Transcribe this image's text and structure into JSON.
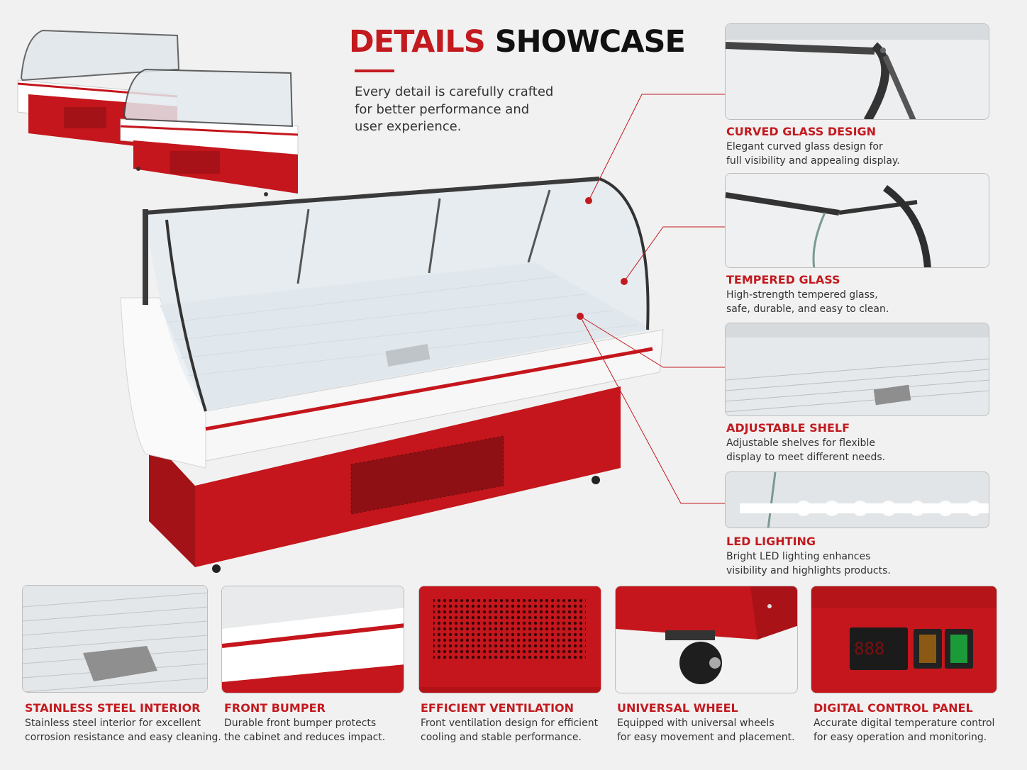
{
  "header": {
    "title_accent": "DETAILS",
    "title_main": "SHOWCASE",
    "intro_lines": [
      "Every detail is carefully crafted",
      "for better performance and",
      "user experience."
    ]
  },
  "colors": {
    "accent": "#c21a1f",
    "cabinet_red": "#c4161c",
    "background": "#f1f1f1"
  },
  "right_features": [
    {
      "title": "CURVED GLASS DESIGN",
      "lines": [
        "Elegant curved glass design for",
        "full visibility and appealing display."
      ]
    },
    {
      "title": "TEMPERED GLASS",
      "lines": [
        "High-strength tempered glass,",
        "safe, durable, and easy to clean."
      ]
    },
    {
      "title": "ADJUSTABLE SHELF",
      "lines": [
        "Adjustable shelves for flexible",
        "display to meet different needs."
      ]
    },
    {
      "title": "LED LIGHTING",
      "lines": [
        "Bright LED lighting enhances",
        "visibility and highlights products."
      ]
    }
  ],
  "bottom_features": [
    {
      "title": "STAINLESS STEEL INTERIOR",
      "lines": [
        "Stainless steel interior for excellent",
        "corrosion resistance and easy cleaning."
      ]
    },
    {
      "title": "FRONT BUMPER",
      "lines": [
        "Durable front bumper protects",
        "the cabinet and reduces impact."
      ]
    },
    {
      "title": "EFFICIENT VENTILATION",
      "lines": [
        "Front ventilation design for efficient",
        "cooling and stable performance."
      ]
    },
    {
      "title": "UNIVERSAL WHEEL",
      "lines": [
        "Equipped with universal wheels",
        "for easy movement and placement."
      ]
    },
    {
      "title": "DIGITAL CONTROL PANEL",
      "lines": [
        "Accurate digital temperature control",
        "for easy operation and monitoring."
      ]
    }
  ],
  "control_panel": {
    "display_readout": "888"
  }
}
